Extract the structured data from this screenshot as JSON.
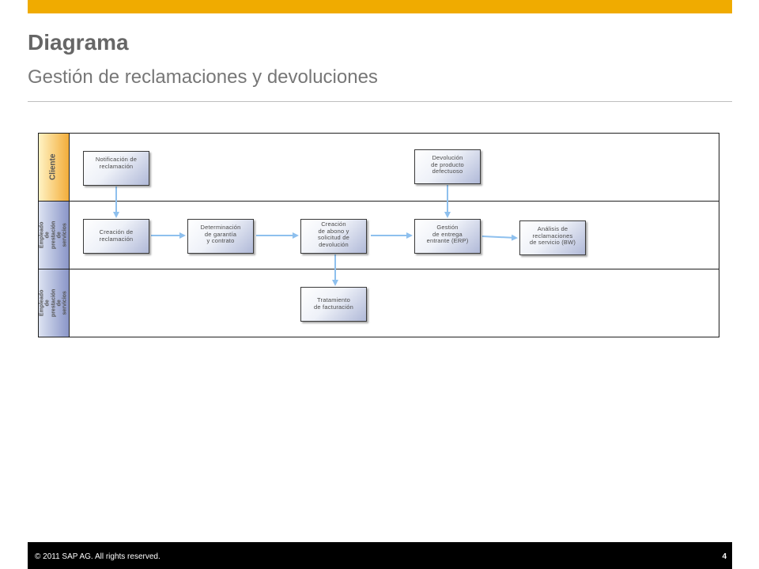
{
  "colors": {
    "accent": "#f0ab00",
    "arrow": "#8ec0ee",
    "footer_bg": "#000000"
  },
  "header": {
    "title": "Diagrama",
    "subtitle": "Gestión de reclamaciones y devoluciones"
  },
  "lanes": [
    {
      "label": "Cliente"
    },
    {
      "label": "Empleado de prestación de servicios"
    },
    {
      "label": "Empleado de prestación de servicios"
    }
  ],
  "steps": {
    "notificacion": "Notificación de\nreclamación",
    "devolucion_producto": "Devolución\nde producto\ndefectuoso",
    "creacion_reclamacion": "Creación de\nreclamación",
    "determinacion_garantia": "Determinación\nde garantía\ny contrato",
    "creacion_abono": "Creación\nde abono y\nsolicitud de\ndevolución",
    "gestion_entrega": "Gestión\nde entrega\nentrante (ERP)",
    "analisis": "Análisis de\nreclamaciones\nde servicio  (BW)",
    "tratamiento": "Tratamiento\nde facturación"
  },
  "footer": {
    "copyright": "© 2011 SAP AG. All rights reserved.",
    "page": "4"
  }
}
